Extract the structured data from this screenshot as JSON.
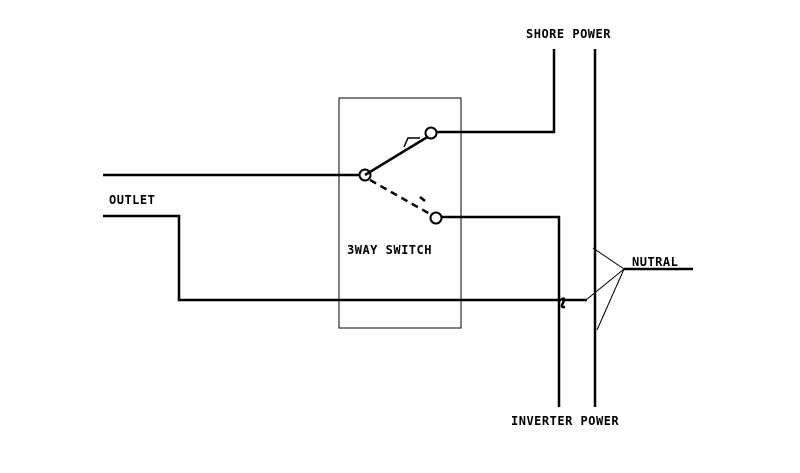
{
  "labels": {
    "shore_power": "SHORE POWER",
    "outlet": "OUTLET",
    "switch": "3WAY SWITCH",
    "neutral": "NUTRAL",
    "inverter_power": "INVERTER POWER"
  }
}
